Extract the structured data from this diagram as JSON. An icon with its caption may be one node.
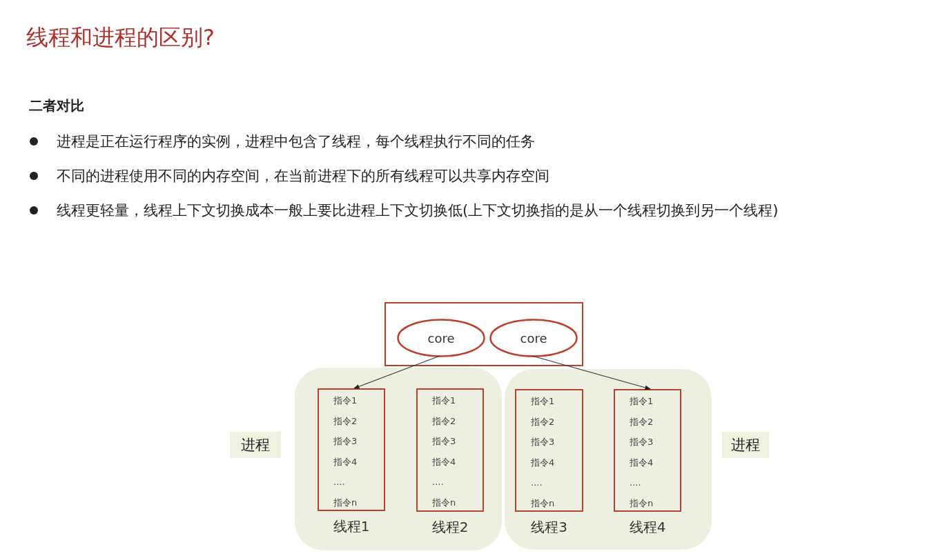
{
  "diagram": {
    "title": "线程和进程的区别?",
    "nodes": [
      {
        "text": [],
        "shape": "box"
      },
      {
        "text": [
          "core"
        ],
        "in": 0
      },
      {
        "text": [
          "core"
        ],
        "in": 0
      },
      {
        "text": [],
        "shape": "box",
        "beside": [
          "进程"
        ]
      },
      {
        "text": [
          "指令1",
          "指令2",
          "指令3",
          "指令4",
          "....",
          "指令n"
        ],
        "in": 3,
        "beside": [
          "线程1"
        ]
      },
      {
        "text": [
          "指令1",
          "指令2",
          "指令3",
          "指令4",
          "....",
          "指令n"
        ],
        "in": 3,
        "beside": [
          "线程2"
        ]
      },
      {
        "text": [],
        "shape": "box",
        "beside": [
          "进程"
        ]
      },
      {
        "text": [
          "指令1",
          "指令2",
          "指令3",
          "指令4",
          "....",
          "指令n"
        ],
        "in": 6,
        "beside": [
          "线程3"
        ]
      },
      {
        "text": [
          "指令1",
          "指令2",
          "指令3",
          "指令4",
          "....",
          "指令n"
        ],
        "in": 6,
        "beside": [
          "线程4"
        ]
      }
    ],
    "edges": [
      {
        "from": 1,
        "to": 4,
        "arrow": "to"
      },
      {
        "from": 2,
        "to": 8,
        "arrow": "to"
      }
    ],
    "labels": [
      "二者对比",
      "进程是正在运行程序的实例，进程中包含了线程，每个线程执行不同的任务",
      "不同的进程使用不同的内存空间，在当前进程下的所有线程可以共享内存空间",
      "线程更轻量，线程上下文切换成本一般上要比进程上下文切换低(上下文切换指的是从一个线程切换到另一个线程)"
    ]
  }
}
